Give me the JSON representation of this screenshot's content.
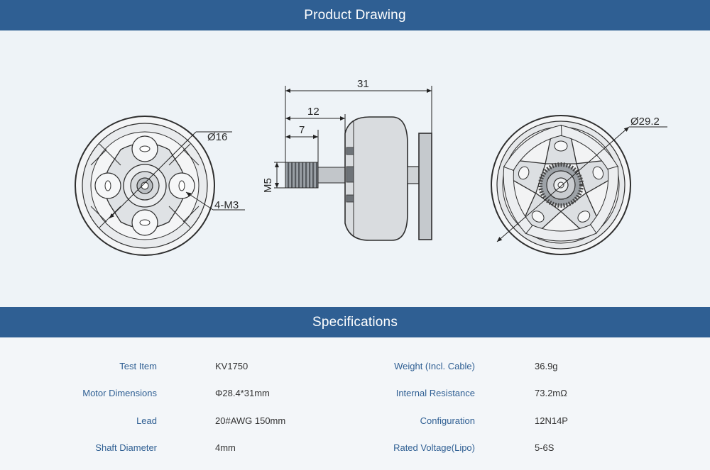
{
  "sections": {
    "drawing_title": "Product Drawing",
    "specs_title": "Specifications"
  },
  "drawing": {
    "front_view": {
      "diameter_label": "Ø16",
      "thread_label": "4-M3"
    },
    "side_view": {
      "total_length": "31",
      "shaft_length": "12",
      "thread_length": "7",
      "shaft_thread": "M5"
    },
    "rear_view": {
      "diameter_label": "Ø29.2"
    }
  },
  "specs": [
    {
      "label": "Test Item",
      "value": "KV1750",
      "label2": "Weight (Incl. Cable)",
      "value2": "36.9g"
    },
    {
      "label": "Motor Dimensions",
      "value": "Φ28.4*31mm",
      "label2": "Internal Resistance",
      "value2": "73.2mΩ"
    },
    {
      "label": "Lead",
      "value": "20#AWG 150mm",
      "label2": "Configuration",
      "value2": "12N14P"
    },
    {
      "label": "Shaft Diameter",
      "value": "4mm",
      "label2": "Rated Voltage(Lipo)",
      "value2": "5-6S"
    }
  ],
  "colors": {
    "banner": "#2f5f93",
    "spec_label": "#2f5f93",
    "spec_value": "#333333",
    "background": "#edf1f6"
  }
}
